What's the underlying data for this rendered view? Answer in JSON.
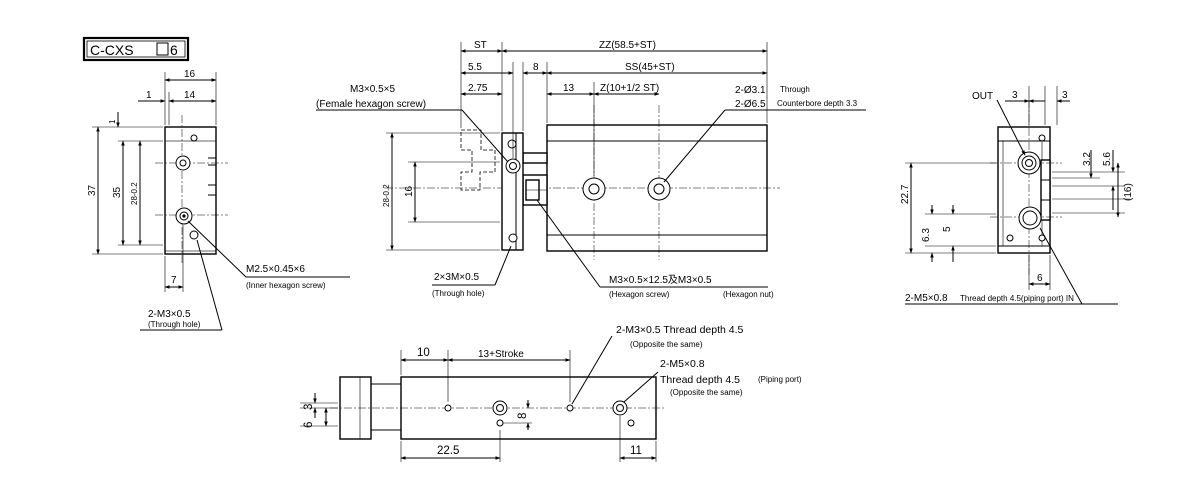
{
  "model": {
    "prefix": "C-CXS",
    "suffix": "6"
  },
  "side_view": {
    "dims": {
      "width": "16",
      "edge": "1",
      "inner": "14",
      "height": "37",
      "h2": "35",
      "tol": "28-0.2",
      "bottom": "7",
      "top_small": "1"
    },
    "callouts": {
      "screw": "M2.5×0.45×6",
      "screw_note": "(Inner hexagon screw)",
      "hole": "2-M3×0.5",
      "hole_note": "(Through hole)"
    }
  },
  "front_view": {
    "dims": {
      "st": "ST",
      "zz": "ZZ(58.5+ST)",
      "d55": "5.5",
      "d8": "8",
      "ss": "SS(45+ST)",
      "d275": "2.75",
      "d13": "13",
      "z": "Z(10+1/2 ST)",
      "h_tol": "28-0.2",
      "h16": "16"
    },
    "callouts": {
      "female": "M3×0.5×5",
      "female_note": "(Female hexagon screw)",
      "through": "2-Ø3.1",
      "through_note": "Through",
      "counter": "2-Ø6.5",
      "counter_note": "Counterbore depth 3.3",
      "tm": "2×3M×0.5",
      "tm_note": "(Through hole)",
      "hex": "M3×0.5×12.5及M3×0.5",
      "hex_screw": "(Hexagon screw)",
      "hex_nut": "(Hexagon nut)"
    }
  },
  "end_view": {
    "labels": {
      "out": "OUT",
      "d3a": "3",
      "d3b": "3",
      "d32": "3.2",
      "d56": "5.6",
      "d227": "22.7",
      "d16p": "(16)",
      "d63": "6.3",
      "d5": "5",
      "d6": "6"
    },
    "callout": {
      "port": "2-M5×0.8",
      "port_note": "Thread depth 4.5(piping port) IN"
    }
  },
  "bottom_view": {
    "dims": {
      "d10": "10",
      "stroke": "13+Stroke",
      "d3": "3",
      "d6": "6",
      "d8": "8",
      "d225": "22.5",
      "d11": "11"
    },
    "callouts": {
      "thread": "2-M3×0.5 Thread depth 4.5",
      "thread_note": "(Opposite the same)",
      "port": "2-M5×0.8",
      "port_depth": "Thread depth 4.5",
      "port_kind": "(Piping port)",
      "port_note": "(Opposite the same)"
    }
  }
}
